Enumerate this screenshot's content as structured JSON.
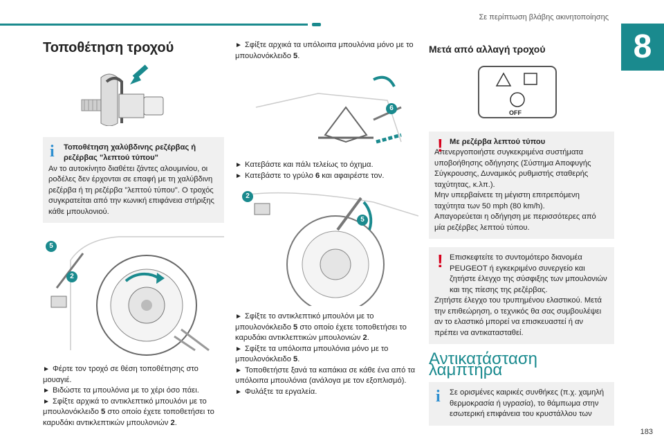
{
  "header": {
    "title": "Σε περίπτωση βλάβης ακινητοποίησης",
    "chapter": "8",
    "page_number": "183"
  },
  "col1": {
    "title": "Τοποθέτηση τροχού",
    "note_title": "Τοποθέτηση χαλύβδινης ρεζέρβας ή ρεζέρβας \"λεπτού τύπου\"",
    "note_body": "Αν το αυτοκίνητο διαθέτει ζάντες αλουμινίου, οι ροδέλες δεν έρχονται σε επαφή με τη χαλύβδινη ρεζέρβα ή τη ρεζέρβα \"λεπτού τύπου\". Ο τροχός συγκρατείται από την κωνική επιφάνεια στήριξης κάθε μπουλονιού.",
    "badge_5": "5",
    "badge_2": "2",
    "b1": "Φέρτε τον τροχό σε θέση τοποθέτησης στο μουαγιέ.",
    "b2": "Βιδώστε τα μπουλόνια με το χέρι όσο πάει.",
    "b3a": "Σφίξτε αρχικά το αντικλεπτικό μπουλόνι με το μπουλονόκλειδο",
    "b3n": "5",
    "b3b": "στο οποίο έχετε τοποθετήσει το καρυδάκι αντικλεπτικών μπουλονιών",
    "b3n2": "2",
    "dot": "."
  },
  "col2": {
    "b1a": "Σφίξτε αρχικά τα υπόλοιπα μπουλόνια μόνο με το μπουλονόκλειδο",
    "b1n": "5",
    "badge_6": "6",
    "b2": "Κατεβάστε και πάλι τελείως το όχημα.",
    "b3a": "Κατεβάστε το γρύλο",
    "b3n": "6",
    "b3b": "και αφαιρέστε τον.",
    "badge_2": "2",
    "badge_5": "5",
    "b4a": "Σφίξτε το αντικλεπτικό μπουλόνι με το μπουλονόκλειδο",
    "b4n": "5",
    "b4b": "στο οποίο έχετε τοποθετήσει το καρυδάκι αντικλεπτικών μπουλονιών",
    "b4n2": "2",
    "b5a": "Σφίξτε τα υπόλοιπα μπουλόνια μόνο με το μπουλονόκλειδο",
    "b5n": "5",
    "b6": "Τοποθετήστε ξανά τα καπάκια σε κάθε ένα από τα υπόλοιπα μπουλόνια (ανάλογα με τον εξοπλισμό).",
    "b7": "Φυλάξτε τα εργαλεία.",
    "dot": "."
  },
  "col3": {
    "title": "Μετά από αλλαγή τροχού",
    "panel_off": "OFF",
    "warn1_title": "Με ρεζέρβα λεπτού τύπου",
    "warn1_body": "Απενεργοποιήστε συγκεκριμένα συστήματα υποβοήθησης οδήγησης (Σύστημα Αποφυγής Σύγκρουσης, Δυναμικός ρυθμιστής σταθερής ταχύτητας, κ.λπ.).",
    "warn1_body2": "Μην υπερβαίνετε τη μέγιστη επιτρεπόμενη ταχύτητα των 50 mph (80 km/h).",
    "warn1_body3": "Απαγορεύεται η οδήγηση με περισσότερες από μία ρεζέρβες λεπτού τύπου.",
    "warn2_body": "Επισκεφτείτε το συντομότερο διανομέα PEUGEOT ή εγκεκριμένο συνεργείο και ζητήστε έλεγχο της σύσφιξης των μπουλονιών και της πίεσης της ρεζέρβας.",
    "warn2_body2": "Ζητήστε έλεγχο του τρυπημένου ελαστικού. Μετά την επιθεώρηση, ο τεχνικός θα σας συμβουλέψει αν το ελαστικό μπορεί να επισκευαστεί ή αν πρέπει να αντικατασταθεί.",
    "title2": "Αντικατάσταση λαμπτήρα",
    "note_body": "Σε ορισμένες καιρικές συνθήκες (π.χ. χαμηλή θερμοκρασία ή υγρασία), το θάμπωμα στην εσωτερική επιφάνεια του κρυστάλλου των"
  },
  "colors": {
    "accent": "#1a8a8e",
    "warning": "#d6001c",
    "info": "#2e8fd0"
  },
  "icons": [
    "bolt-washer-illustration",
    "wheel-jack-illustration",
    "jack-lowering-illustration",
    "wheel-wrench-illustration",
    "dashboard-panel-illustration"
  ]
}
